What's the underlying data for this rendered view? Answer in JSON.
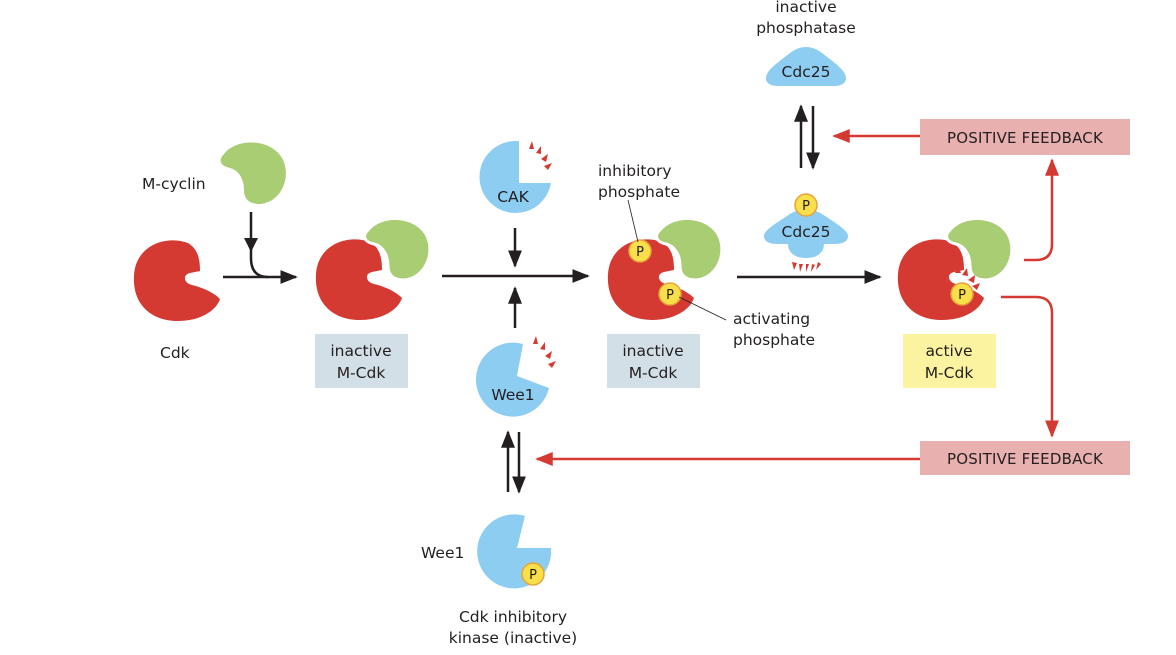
{
  "colors": {
    "cdk": "#d43a32",
    "cyclin": "#a8cd72",
    "kinase_blue": "#8ecdf2",
    "phosphate_fill": "#f9e04b",
    "phosphate_ring": "#e7a33a",
    "inactive_box": "#d3dfe6",
    "active_box": "#fbf3a0",
    "feedback_box": "#e9b0b0",
    "feedback_arrow": "#d43a32",
    "arrow": "#231f20"
  },
  "labels": {
    "m_cyclin": "M-cyclin",
    "cdk": "Cdk",
    "inactive_mcdk_1": [
      "inactive",
      "M-Cdk"
    ],
    "inactive_mcdk_2": [
      "inactive",
      "M-Cdk"
    ],
    "active_mcdk": [
      "active",
      "M-Cdk"
    ],
    "cak": "CAK",
    "wee1_active": "Wee1",
    "wee1_inactive": "Wee1",
    "wee1_caption": [
      "Cdk inhibitory",
      "kinase (inactive)"
    ],
    "inactive_phosphatase": [
      "inactive",
      "phosphatase"
    ],
    "cdc25_inactive": "Cdc25",
    "cdc25_active": "Cdc25",
    "inhibitory_phosphate": [
      "inhibitory",
      "phosphate"
    ],
    "activating_phosphate": [
      "activating",
      "phosphate"
    ],
    "phosphate_symbol": "P",
    "positive_feedback_top": "POSITIVE FEEDBACK",
    "positive_feedback_bottom": "POSITIVE FEEDBACK"
  }
}
